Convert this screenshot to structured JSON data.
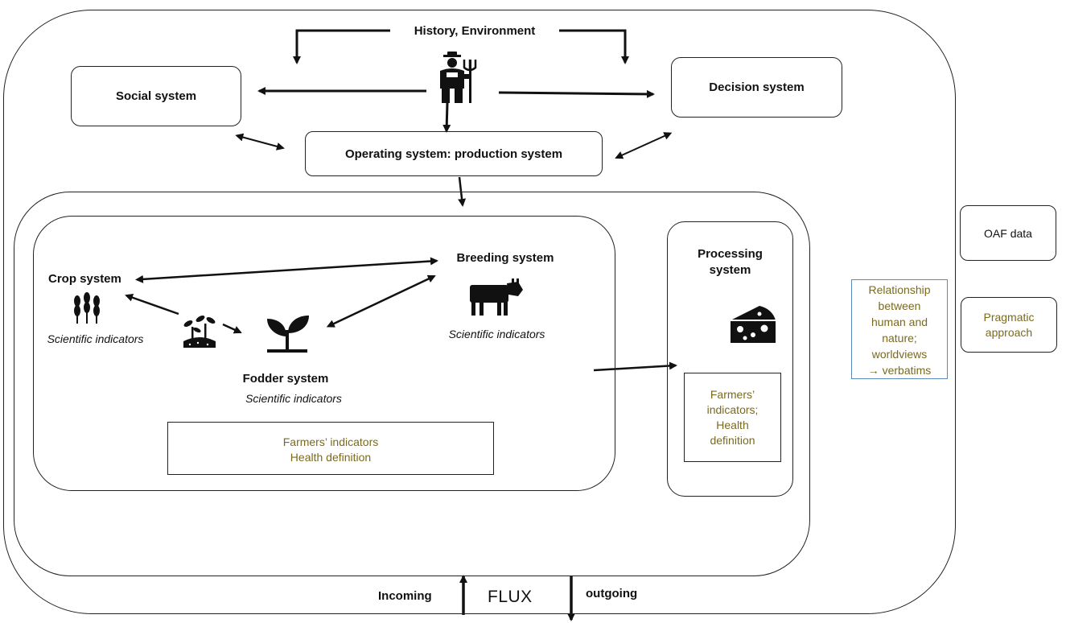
{
  "top": {
    "history_environment": "History, Environment"
  },
  "boxes": {
    "social": "Social system",
    "decision": "Decision system",
    "operating": "Operating system: production system",
    "processing_line1": "Processing",
    "processing_line2": "system",
    "oaf": "OAF data",
    "pragmatic_line1": "Pragmatic",
    "pragmatic_line2": "approach"
  },
  "subsystems": {
    "crop": "Crop system",
    "breeding": "Breeding system",
    "fodder": "Fodder system",
    "sci_crop": "Scientific indicators",
    "sci_breeding": "Scientific indicators",
    "sci_fodder": "Scientific indicators"
  },
  "farmers_box": {
    "line1": "Farmers’ indicators",
    "line2": "Health definition"
  },
  "processing_box": {
    "line1": "Farmers’",
    "line2": "indicators;",
    "line3": "Health",
    "line4": "definition"
  },
  "relationship_box": {
    "line1": "Relationship",
    "line2": "between",
    "line3": "human and",
    "line4": "nature;",
    "line5": "worldviews",
    "line6": "→ verbatims"
  },
  "flux": {
    "incoming": "Incoming",
    "label": "FLUX",
    "outgoing": "outgoing"
  },
  "colors": {
    "olive_text": "#7a6a1e",
    "relationship_border": "#5b8bbd",
    "line": "#111111"
  },
  "icons": [
    "farmer-icon",
    "wheat-icon",
    "seedling-soil-icon",
    "sprout-icon",
    "cow-icon",
    "cheese-icon"
  ]
}
